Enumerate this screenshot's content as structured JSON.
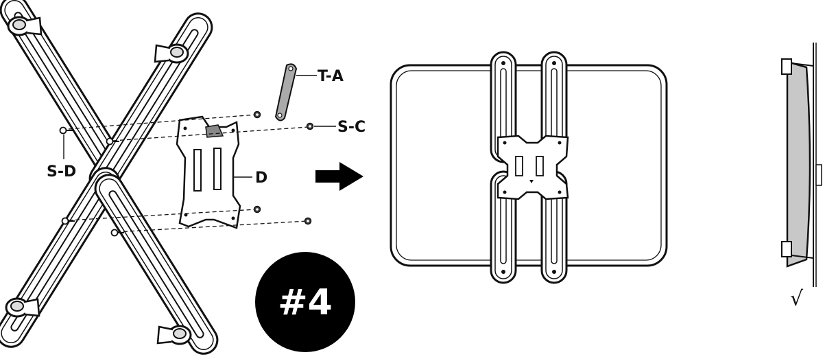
{
  "step": {
    "number_text": "#4"
  },
  "labels": {
    "tool": "T-A",
    "nut": "S-C",
    "screw": "S-D",
    "plate": "D"
  },
  "check_mark": "√",
  "colors": {
    "ink": "#111111",
    "fill_gray": "#c8c8c8",
    "badge": "#000000"
  },
  "icons": [
    "arrow-right-icon",
    "checkmark-icon"
  ]
}
